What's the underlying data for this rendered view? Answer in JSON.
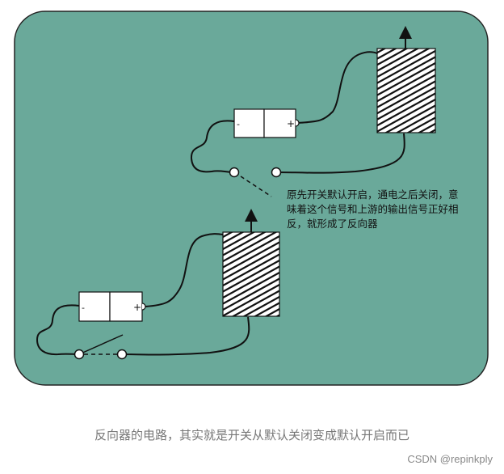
{
  "diagram": {
    "background_color": "#6aa99a",
    "annotation": "原先开关默认开启，通电之后关闭，意味着这个信号和上游的输出信号正好相反，就形成了反向器",
    "upper_battery": {
      "minus_label": "-",
      "plus_label": "+"
    },
    "lower_battery": {
      "minus_label": "-",
      "plus_label": "+"
    }
  },
  "caption": "反向器的电路，其实就是开关从默认关闭变成默认开启而已",
  "watermark": "CSDN @repinkply"
}
